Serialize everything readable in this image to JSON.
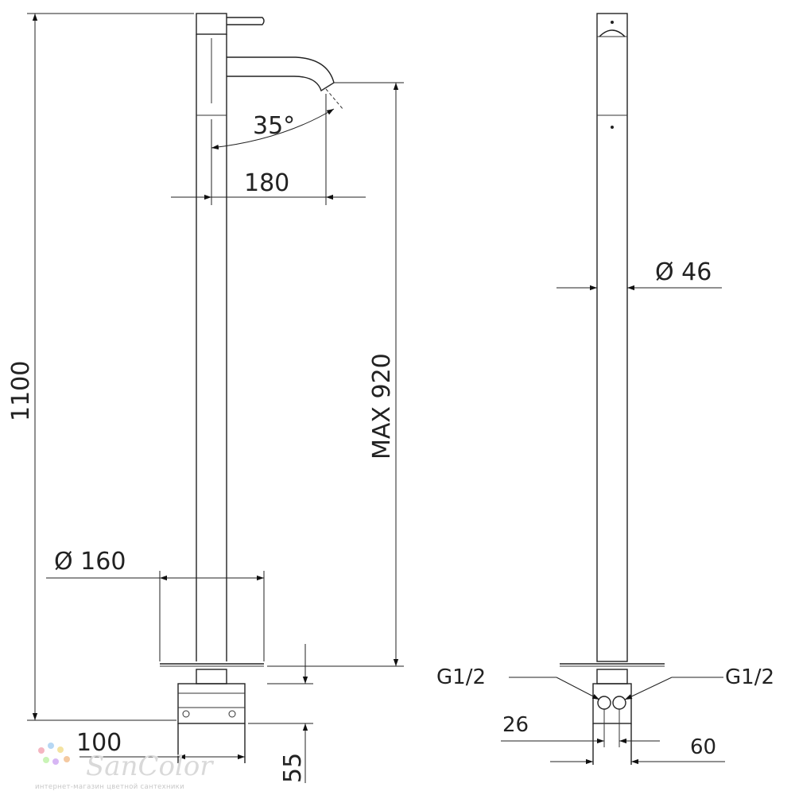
{
  "front_view": {
    "total_height_label": "1100",
    "angle_label": "35°",
    "reach_label": "180",
    "spout_height_label": "MAX 920",
    "base_diameter_label": "Ø 160",
    "bottom_offset_label": "100",
    "base_height_label": "55"
  },
  "side_view": {
    "column_diameter_label": "Ø 46",
    "inlet_left_label": "G1/2",
    "inlet_right_label": "G1/2",
    "inlet_spacing_label": "26",
    "body_width_label": "60"
  },
  "watermark": {
    "brand": "SanColor",
    "tagline": "интернет-магазин цветной сантехники",
    "dot_colors": [
      "#f4b6c2",
      "#b6d7f4",
      "#f4e3a1",
      "#c9f4b6",
      "#d7b6f4",
      "#f4c9a1"
    ]
  }
}
